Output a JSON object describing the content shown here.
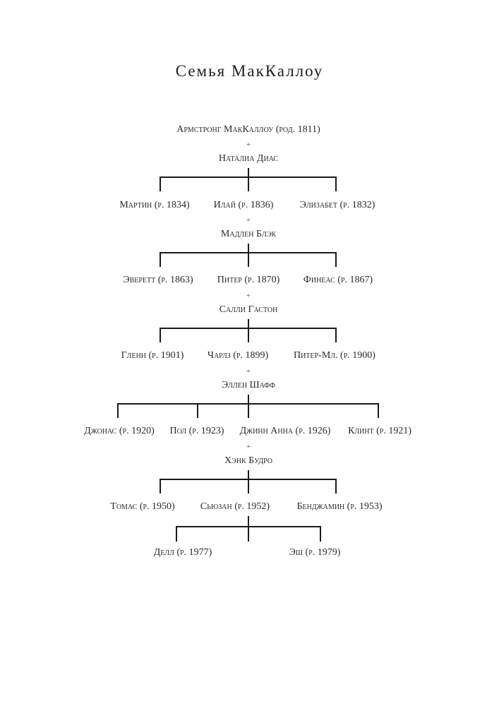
{
  "title": "Семья МакКаллоу",
  "tree": {
    "founder": "Армстронг МакКаллоу (род. 1811)",
    "plus_sign": "+",
    "founder_spouse": "Наталиа Диас",
    "generation_2": [
      "Мартин (р. 1834)",
      "Илай (р. 1836)",
      "Элизабет (р. 1832)"
    ],
    "generation_2_spouse": "Мадлен Блэк",
    "generation_3": [
      "Эверетт (р. 1863)",
      "Питер (р. 1870)",
      "Финеас (р. 1867)"
    ],
    "generation_3_spouse": "Салли Гастон",
    "generation_4": [
      "Гленн (р. 1901)",
      "Чарлз (р. 1899)",
      "Питер-Мл. (р. 1900)"
    ],
    "generation_4_spouse": "Эллен Шафф",
    "generation_5": [
      "Джонас (р. 1920)",
      "Пол (р. 1923)",
      "Джинн Анна (р. 1926)",
      "Клинт (р. 1921)"
    ],
    "generation_5_spouse": "Хэнк Будро",
    "generation_6": [
      "Томас (р. 1950)",
      "Сьюзан (р. 1952)",
      "Бенджамин (р. 1953)"
    ],
    "generation_7": [
      "Делл (р. 1977)",
      "Эш (р. 1979)"
    ]
  }
}
